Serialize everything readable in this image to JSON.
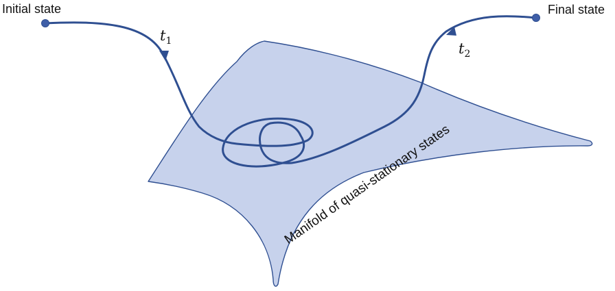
{
  "labels": {
    "initial_state": "Initial state",
    "final_state": "Final state",
    "manifold": "Manifold of quasi-stationary states"
  },
  "times": {
    "t1": {
      "symbol": "t",
      "subscript": "1"
    },
    "t2": {
      "symbol": "t",
      "subscript": "2"
    }
  },
  "colors": {
    "trajectory": "#2f4f91",
    "manifold_fill": "#c7d2ec",
    "manifold_stroke": "#2f4f91",
    "text": "#111111"
  }
}
